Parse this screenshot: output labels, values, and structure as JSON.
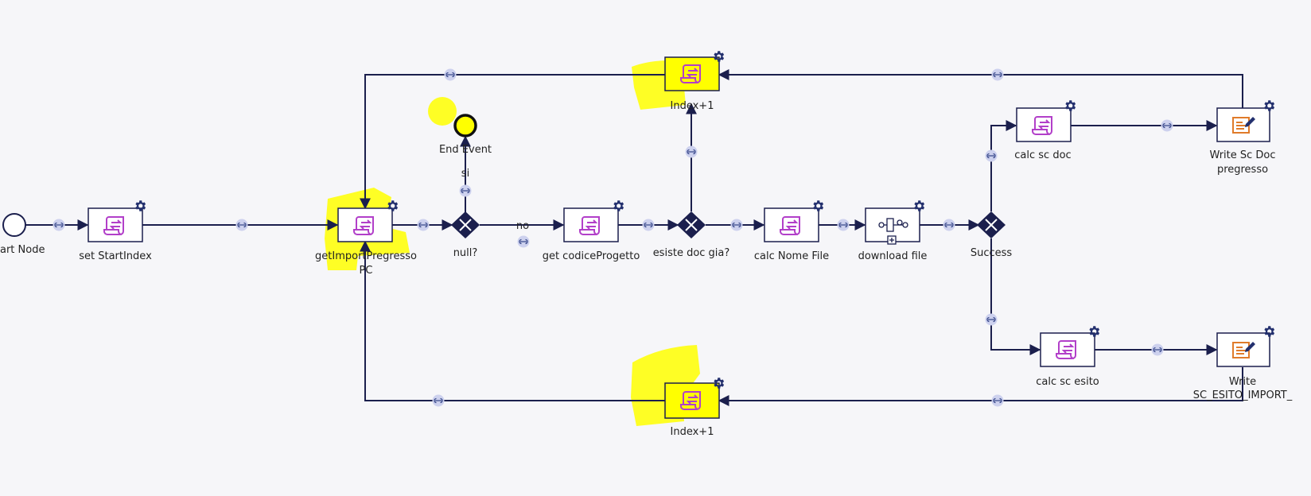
{
  "colors": {
    "background": "#f6f6f9",
    "edge": "#1b1f4d",
    "script_icon": "#b23fc9",
    "writer_icon": "#e07b2a",
    "gear": "#23306e",
    "link_marker": "#cdd1ee",
    "highlight": "#ffff00"
  },
  "labels": {
    "start": "art Node",
    "set_start_index": "set StartIndex",
    "get_import_1": "getImportPregresso",
    "get_import_2": "PC",
    "null_gate": "null?",
    "end_event": "End Event",
    "si": "si",
    "no": "no",
    "get_codice": "get codiceProgetto",
    "esiste_doc": "esiste doc gia?",
    "index_top": "Index+1",
    "calc_nome": "calc Nome File",
    "download": "download file",
    "success": "Success",
    "calc_sc_doc": "calc sc doc",
    "write_doc_1": "Write Sc Doc",
    "write_doc_2": "pregresso",
    "calc_sc_esito": "calc sc esito",
    "write_esito_1": "Write",
    "write_esito_2": "SC_ESITO_IMPORT_",
    "index_bottom": "Index+1"
  }
}
